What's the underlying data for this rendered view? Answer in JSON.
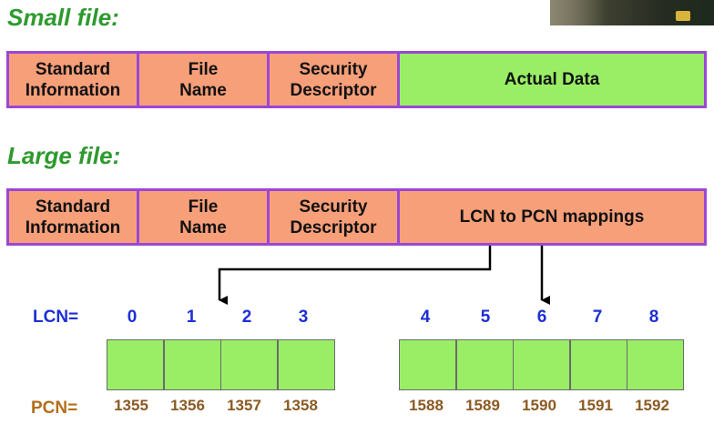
{
  "small_file": {
    "heading": "Small file:",
    "fields": [
      "Standard\nInformation",
      "File\nName",
      "Security\nDescriptor",
      "Actual Data"
    ]
  },
  "large_file": {
    "heading": "Large file:",
    "fields": [
      "Standard\nInformation",
      "File\nName",
      "Security\nDescriptor",
      "LCN to PCN mappings"
    ]
  },
  "mapping": {
    "lcn_label": "LCN=",
    "pcn_label": "PCN=",
    "lcn": [
      "0",
      "1",
      "2",
      "3",
      "4",
      "5",
      "6",
      "7",
      "8"
    ],
    "pcn": [
      "1355",
      "1356",
      "1357",
      "1358",
      "1588",
      "1589",
      "1590",
      "1591",
      "1592"
    ]
  },
  "colors": {
    "heading": "#2e9a2e",
    "header_field": "#f79f79",
    "data_field": "#99ee66",
    "border": "#9b46d6",
    "lcn_text": "#1c2fd6",
    "pcn_text": "#8b5a22"
  }
}
